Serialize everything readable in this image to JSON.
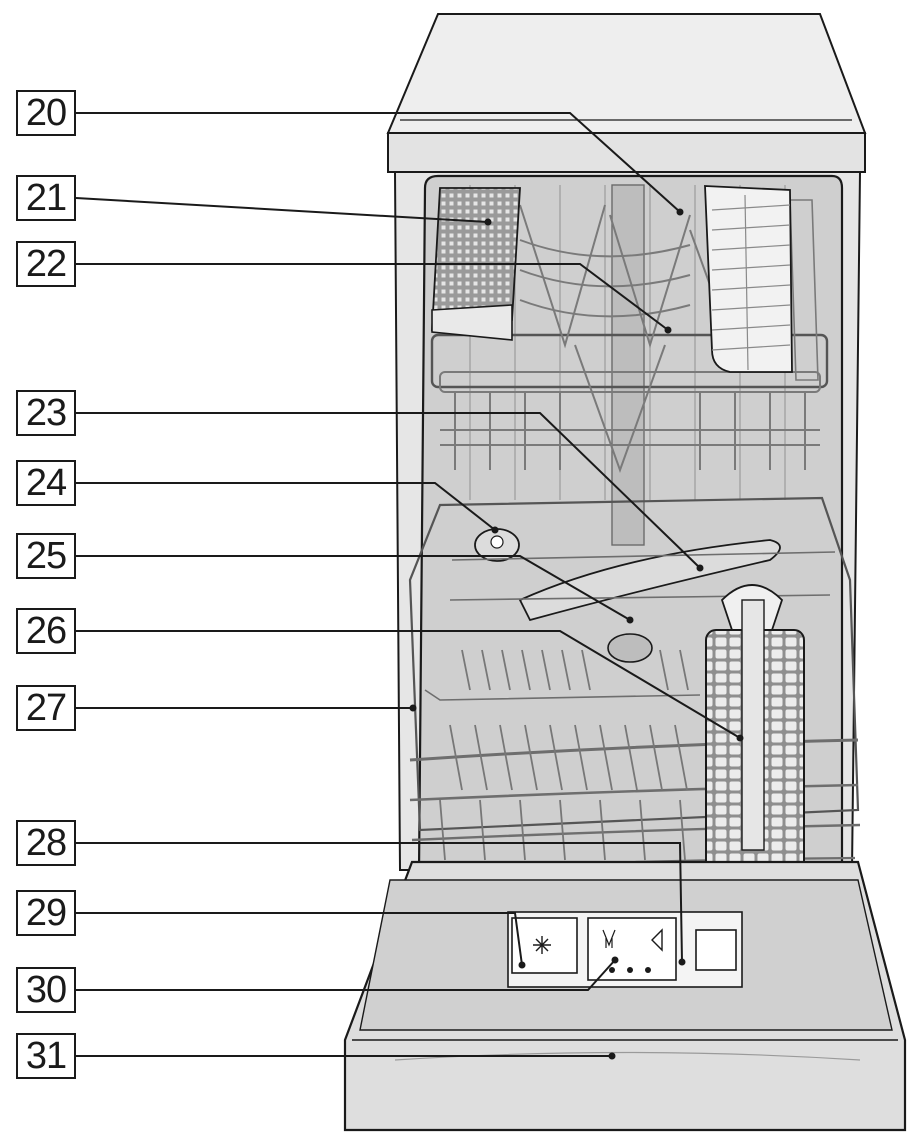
{
  "figure": {
    "callouts": [
      {
        "id": "20",
        "label": "20"
      },
      {
        "id": "21",
        "label": "21"
      },
      {
        "id": "22",
        "label": "22"
      },
      {
        "id": "23",
        "label": "23"
      },
      {
        "id": "24",
        "label": "24"
      },
      {
        "id": "25",
        "label": "25"
      },
      {
        "id": "26",
        "label": "26"
      },
      {
        "id": "27",
        "label": "27"
      },
      {
        "id": "28",
        "label": "28"
      },
      {
        "id": "29",
        "label": "29"
      },
      {
        "id": "30",
        "label": "30"
      },
      {
        "id": "31",
        "label": "31"
      }
    ],
    "colors": {
      "line": "#1a1a1a",
      "cabinet": "#e6e6e6",
      "tub": "#cfcfcf",
      "wire": "#7a7a7a",
      "door": "#dedede"
    },
    "icons": [
      "snowflake-icon",
      "detergent-icon",
      "arrow-icon"
    ]
  }
}
